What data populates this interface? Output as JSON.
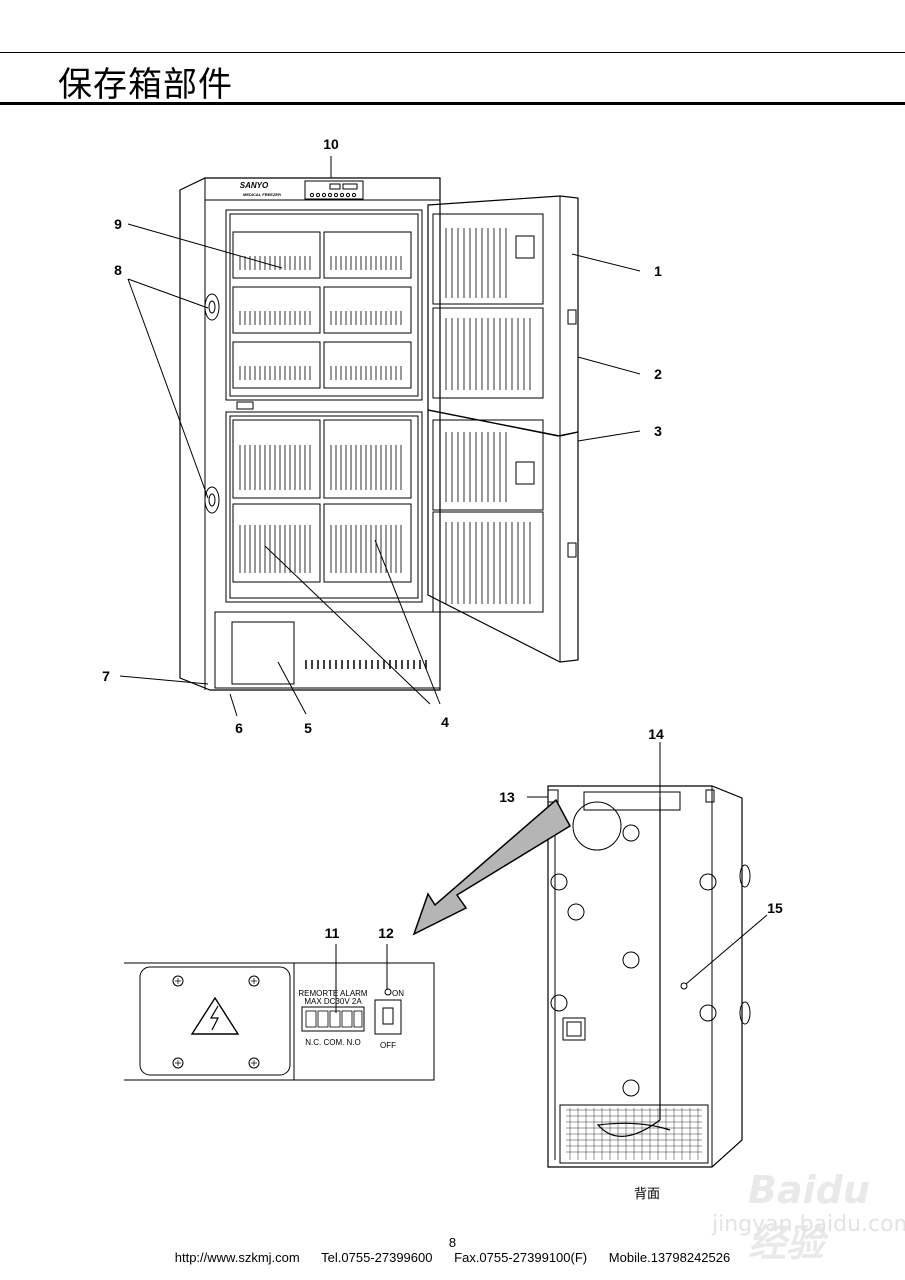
{
  "page": {
    "title": "保存箱部件",
    "page_number": "8",
    "footer": "http://www.szkmj.com      Tel.0755-27399600      Fax.0755-27399100(F)      Mobile.13798242526",
    "back_caption": "背面",
    "watermark_brand": "Baidu经验",
    "watermark_url": "jingyan.baidu.com"
  },
  "front_view": {
    "brand": "SANYO",
    "model": "MEDICAL FREEZER",
    "callouts": [
      "1",
      "2",
      "3",
      "4",
      "5",
      "6",
      "7",
      "8",
      "9",
      "10"
    ]
  },
  "rear_view": {
    "callouts": [
      "13",
      "14",
      "15"
    ]
  },
  "detail_view": {
    "callouts": [
      "11",
      "12"
    ],
    "alarm_label_1": "REMORTE ALARM",
    "alarm_label_2": "MAX DC30V 2A",
    "terminal_labels": "N.C. COM. N.O",
    "switch_on": "ON",
    "switch_off": "OFF"
  }
}
